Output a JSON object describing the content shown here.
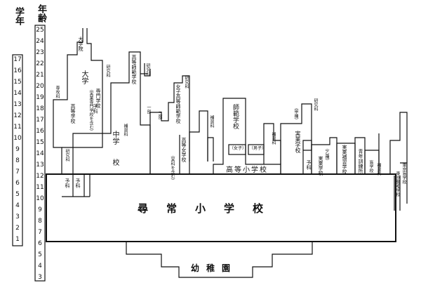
{
  "axis": {
    "grade_header": "学年",
    "age_header": "年齢",
    "age_ticks": [
      "25",
      "24",
      "23",
      "22",
      "21",
      "20",
      "19",
      "18",
      "17",
      "16",
      "15",
      "14",
      "13",
      "12",
      "11",
      "10",
      "9",
      "8",
      "7",
      "6",
      "5",
      "4",
      "3"
    ],
    "grade_ticks": [
      "17",
      "16",
      "15",
      "14",
      "13",
      "12",
      "11",
      "10",
      "9",
      "8",
      "7",
      "6",
      "5",
      "4",
      "3",
      "2",
      "1"
    ]
  },
  "labels": {
    "elementary": "尋常小学校",
    "kindergarten": "幼稚園",
    "higher_elementary": "高等小学校",
    "university": "大学",
    "graduate": "大学院",
    "middle_school": "中学",
    "middle_school_2": "校",
    "higher_school": "高等学校",
    "kocho_kenkyu": "研究科",
    "senmon": "専門学校",
    "senmon_sub": "（実業専門学校を含む）",
    "koto_shihan": "高等師範学校",
    "joshi_koto_shihan": "女子高等師範学校",
    "koto_jogakko": "高等女学校",
    "koto_jogakko_sub": "（実科を含む）",
    "shihan": "師範学校",
    "jitsugyo": "実業学校",
    "jitsugyo_ko": "（甲種）",
    "jitsugyo_otsu": "（乙種）",
    "jitsugyo_hoshu": "実業補習学校",
    "seinen_kunren": "青年訓練所",
    "mogakko": "盲学校",
    "tokyo_rou": "東京聾唖学校",
    "tokyo_mou": "東京盲学校",
    "kenkyu": "研究科",
    "senko": "専攻科",
    "hoshu": "補習科",
    "yoka": "予科",
    "nibu": "二部",
    "ichibu": "一部",
    "joshi": "（女子）",
    "danshi": "（男子）"
  }
}
